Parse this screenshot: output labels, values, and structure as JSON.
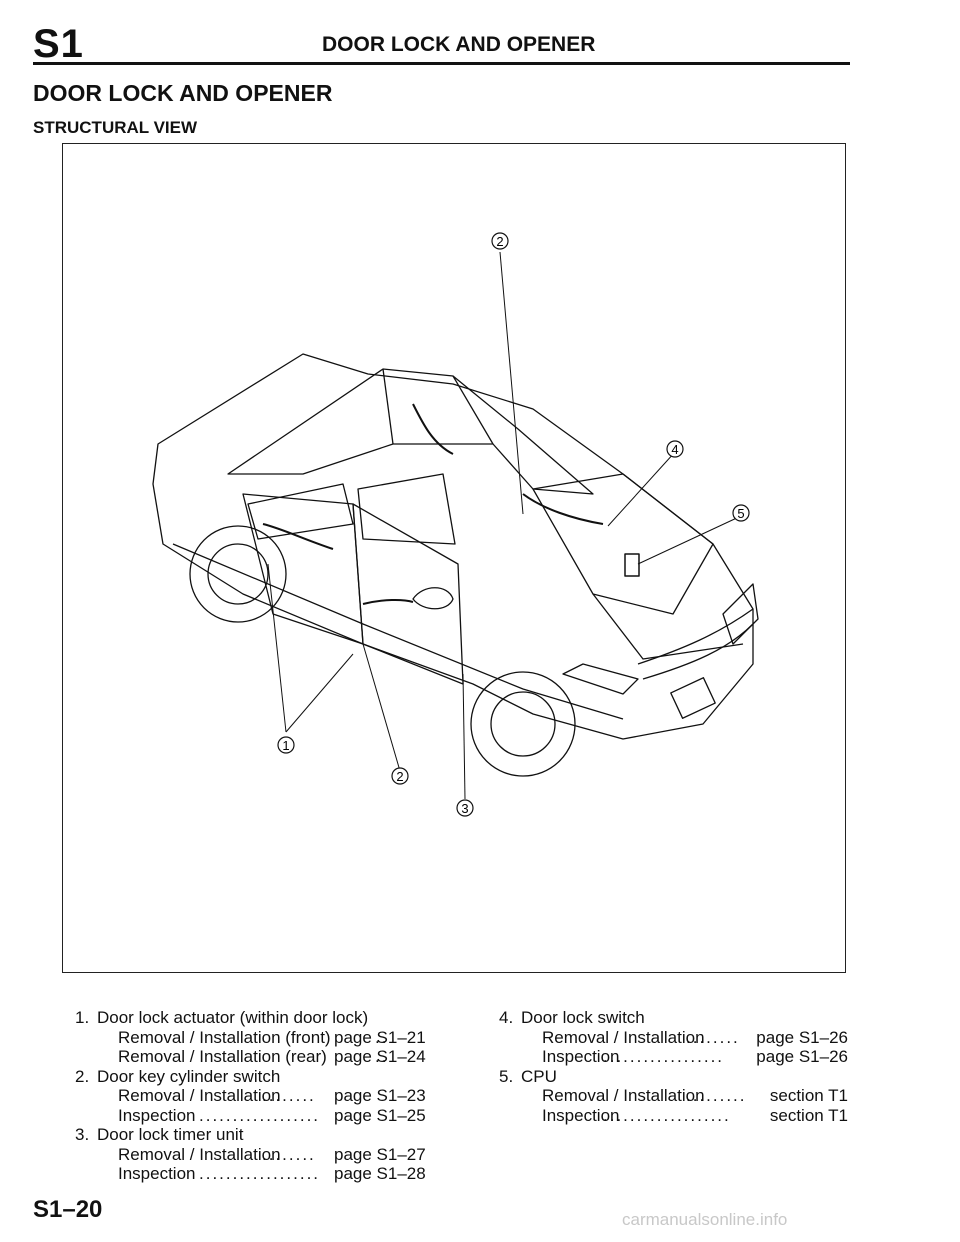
{
  "header": {
    "section": "S1",
    "title": "DOOR LOCK AND OPENER"
  },
  "page_title": "DOOR LOCK AND OPENER",
  "subtitle": "STRUCTURAL VIEW",
  "callouts": [
    "1",
    "2",
    "2",
    "3",
    "4",
    "5"
  ],
  "parts": [
    {
      "num": "1.",
      "name": "Door lock actuator (within door lock)",
      "refs": [
        {
          "label": "Removal / Installation (front)",
          "dots": "..",
          "ref": "page S1–21"
        },
        {
          "label": "Removal / Installation (rear)",
          "dots": "..",
          "ref": "page S1–24"
        }
      ]
    },
    {
      "num": "2.",
      "name": "Door key cylinder switch",
      "refs": [
        {
          "label": "Removal / Installation",
          "dots": "........",
          "ref": "page S1–23"
        },
        {
          "label": "Inspection",
          "dots": "..................",
          "ref": "page S1–25"
        }
      ]
    },
    {
      "num": "3.",
      "name": "Door lock timer unit",
      "refs": [
        {
          "label": "Removal / Installation",
          "dots": "........",
          "ref": "page S1–27"
        },
        {
          "label": "Inspection",
          "dots": "..................",
          "ref": "page S1–28"
        }
      ]
    },
    {
      "num": "4.",
      "name": "Door lock switch",
      "refs": [
        {
          "label": "Removal / Installation",
          "dots": "........",
          "ref": "page S1–26"
        },
        {
          "label": "Inspection",
          "dots": "..................",
          "ref": "page S1–26"
        }
      ]
    },
    {
      "num": "5.",
      "name": "CPU",
      "refs": [
        {
          "label": "Removal / Installation",
          "dots": ".........",
          "ref": "section T1"
        },
        {
          "label": "Inspection",
          "dots": "...................",
          "ref": "section T1"
        }
      ]
    }
  ],
  "page_number": "S1–20",
  "watermark": "carmanualsonline.info"
}
